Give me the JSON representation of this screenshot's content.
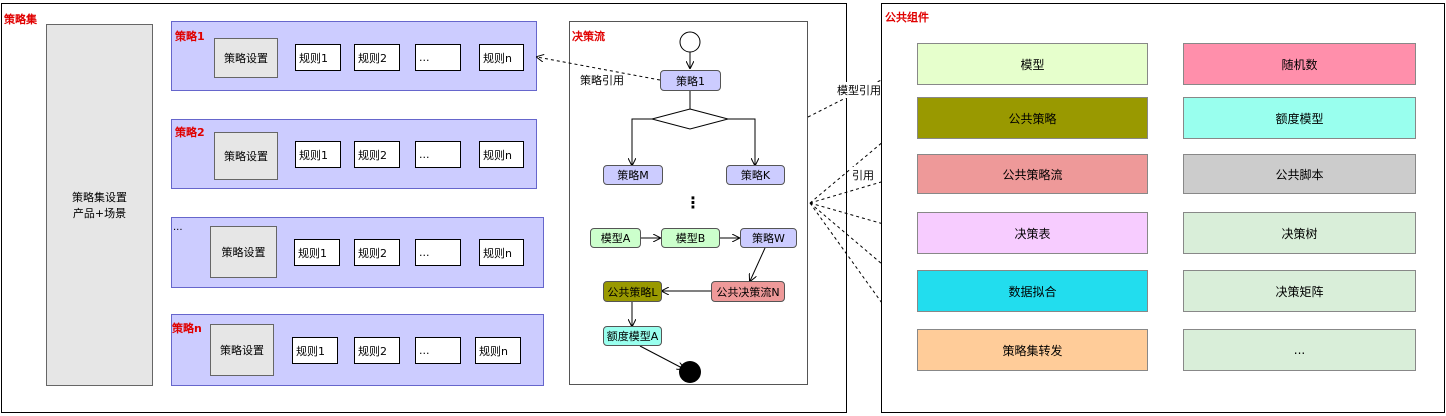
{
  "strategy_set": {
    "title": "策略集",
    "settings_label": "策略集设置",
    "settings_sub": "产品+场景",
    "rows": [
      {
        "title": "策略1",
        "setting": "策略设置",
        "rules": [
          "规则1",
          "规则2",
          "...",
          "规则n"
        ]
      },
      {
        "title": "策略2",
        "setting": "策略设置",
        "rules": [
          "规则1",
          "规则2",
          "...",
          "规则n"
        ]
      },
      {
        "title": "...",
        "setting": "策略设置",
        "rules": [
          "规则1",
          "规则2",
          "...",
          "规则n"
        ]
      },
      {
        "title": "策略n",
        "setting": "策略设置",
        "rules": [
          "规则1",
          "规则2",
          "...",
          "规则n"
        ]
      }
    ]
  },
  "decision_flow": {
    "title": "决策流",
    "ref_label": "策略引用",
    "nodes": {
      "p1": "策略1",
      "pm": "策略M",
      "pk": "策略K",
      "dots": "⋮",
      "ma": "模型A",
      "mb": "模型B",
      "pw": "策略W",
      "cl": "公共策略L",
      "cf": "公共决策流N",
      "qa": "额度模型A"
    }
  },
  "links": {
    "model_ref": "模型引用",
    "ref": "引用"
  },
  "components": {
    "title": "公共组件",
    "items": [
      {
        "label": "模型",
        "color": "#e6ffcc"
      },
      {
        "label": "随机数",
        "color": "#ff8fab"
      },
      {
        "label": "公共策略",
        "color": "#999900"
      },
      {
        "label": "额度模型",
        "color": "#99ffee"
      },
      {
        "label": "公共策略流",
        "color": "#ee9999"
      },
      {
        "label": "公共脚本",
        "color": "#cccccc"
      },
      {
        "label": "决策表",
        "color": "#f7ccff"
      },
      {
        "label": "决策树",
        "color": "#d9eed9"
      },
      {
        "label": "数据拟合",
        "color": "#22ddee"
      },
      {
        "label": "决策矩阵",
        "color": "#d9eed9"
      },
      {
        "label": "策略集转发",
        "color": "#ffcc99"
      },
      {
        "label": "...",
        "color": "#d9eed9"
      }
    ]
  }
}
